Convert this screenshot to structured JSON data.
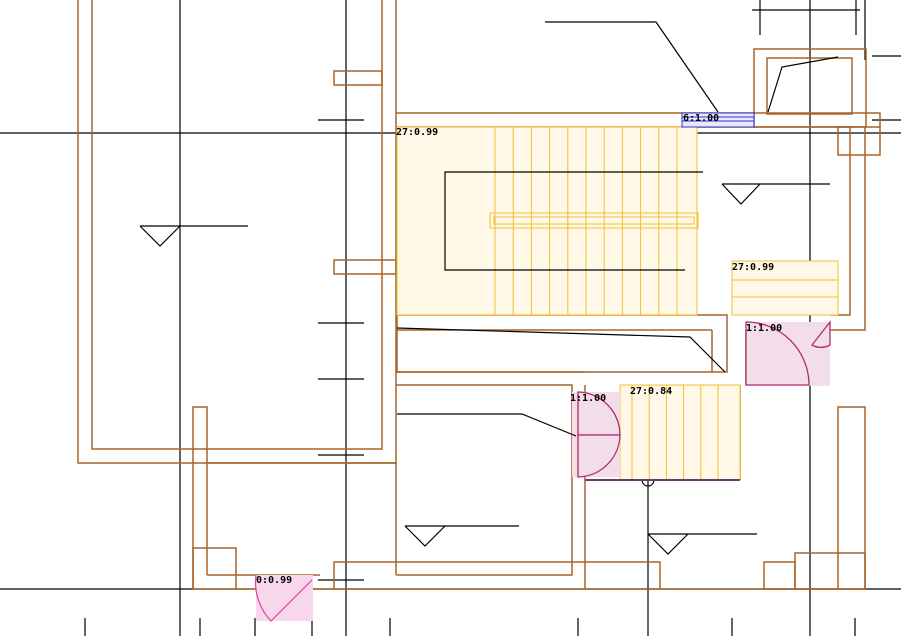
{
  "colors": {
    "wall": "#a8642c",
    "stair": "#f0c030",
    "stair_fill": "#fff8e6",
    "door": "#b02a70",
    "door_fill": "#f2dde8",
    "window": "#3030d0",
    "axis": "#000000"
  },
  "labels": [
    {
      "id": "lbl-stair-main",
      "text": "27:0.99"
    },
    {
      "id": "lbl-window",
      "text": "6:1.00"
    },
    {
      "id": "lbl-stair-right",
      "text": "27:0.99"
    },
    {
      "id": "lbl-door-right",
      "text": "1:1.00"
    },
    {
      "id": "lbl-door-mid",
      "text": "1:1.00"
    },
    {
      "id": "lbl-stair-small",
      "text": "27:0.84"
    },
    {
      "id": "lbl-door-bottom",
      "text": "0:0.99"
    }
  ]
}
